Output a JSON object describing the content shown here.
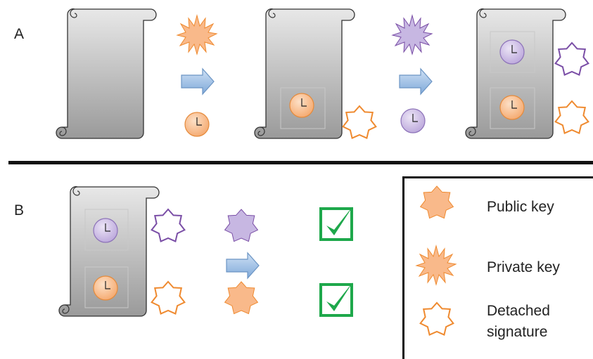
{
  "panels": {
    "a_label": "A",
    "b_label": "B"
  },
  "legend": {
    "public_key": "Public key",
    "private_key": "Private key",
    "detached_signature": "Detached signature"
  },
  "colors": {
    "orange_fill": "#f9b98a",
    "orange_stroke": "#ef8a2f",
    "purple_fill": "#c7b7e2",
    "purple_stroke": "#7a4ea6",
    "arrow_fill": "#a8c8ea",
    "check_green": "#1ea84b"
  }
}
